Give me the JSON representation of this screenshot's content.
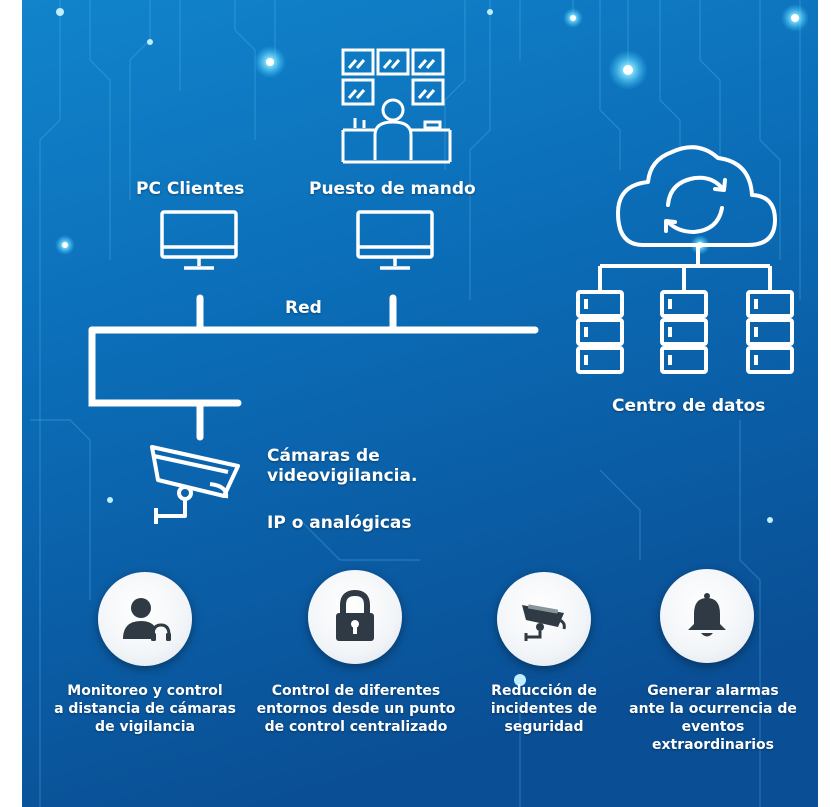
{
  "labels": {
    "pc_clientes": "PC Clientes",
    "puesto_mando": "Puesto de mando",
    "red": "Red",
    "centro_datos": "Centro de datos",
    "camaras_line1": "Cámaras de",
    "camaras_line2": "videovigilancia.",
    "ip_analogicas": "IP o analógicas"
  },
  "features": [
    {
      "icon": "user-headset-icon",
      "lines": [
        "Monitoreo y control",
        "a distancia de cámaras",
        "de vigilancia"
      ]
    },
    {
      "icon": "lock-icon",
      "lines": [
        "Control de diferentes",
        "entornos desde un punto",
        "de control centralizado"
      ]
    },
    {
      "icon": "security-camera-icon",
      "lines": [
        "Reducción de",
        "incidentes de",
        "seguridad"
      ]
    },
    {
      "icon": "bell-icon",
      "lines": [
        "Generar alarmas",
        "ante  la ocurrencia de",
        "eventos",
        "extraordinarios"
      ]
    }
  ],
  "colors": {
    "background_top": "#0d6fb8",
    "background_bottom": "#0a4f95",
    "line": "#ffffff",
    "icon_dark": "#2f3a45"
  }
}
